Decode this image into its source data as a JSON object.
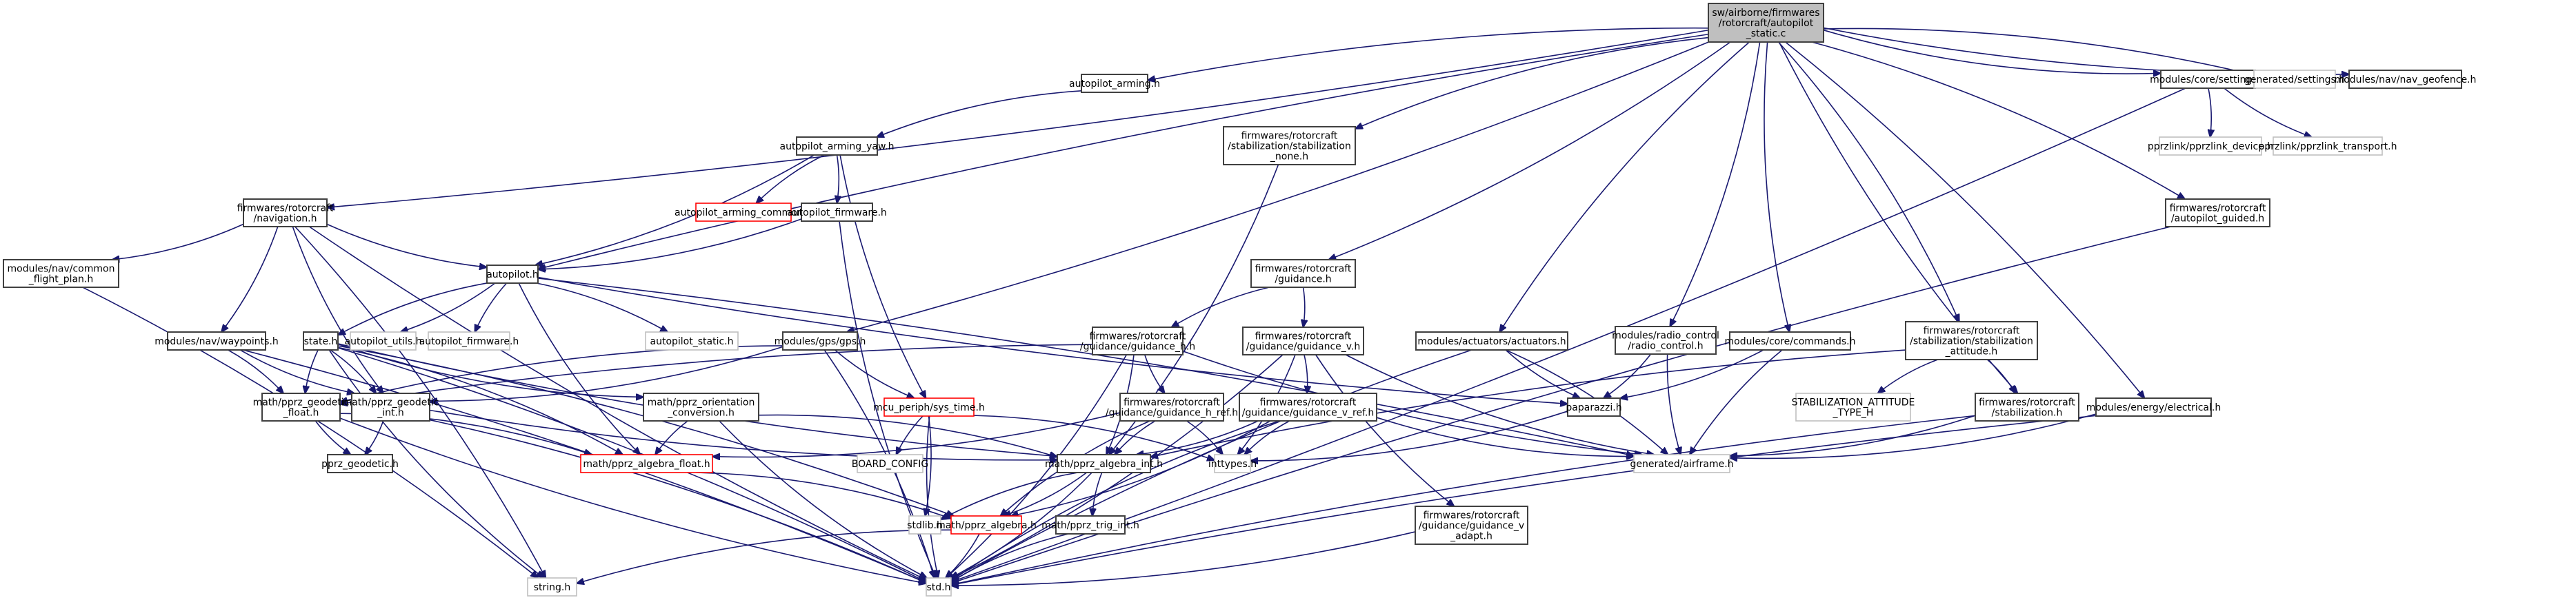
{
  "diagram": {
    "type": "include-dependency-graph",
    "root": "root",
    "colors": {
      "edge": "#191970",
      "root_fill": "#bfbfbf",
      "root_border": "#404040",
      "node_border": "#404040",
      "missing_border": "#bfbfbf",
      "truncated_border": "#ff0000",
      "node_fill": "#ffffff"
    },
    "nodes": [
      {
        "id": "root",
        "lines": [
          "sw/airborne/firmwares",
          "/rotorcraft/autopilot",
          "_static.c"
        ],
        "style": "root"
      },
      {
        "id": "autopilot_arming",
        "lines": [
          "autopilot_arming.h"
        ],
        "style": "normal"
      },
      {
        "id": "autopilot_arming_yaw",
        "lines": [
          "autopilot_arming_yaw.h"
        ],
        "style": "normal"
      },
      {
        "id": "autopilot_arming_common",
        "lines": [
          "autopilot_arming_common.h"
        ],
        "style": "truncated"
      },
      {
        "id": "autopilot_firmware_b",
        "lines": [
          "autopilot_firmware.h"
        ],
        "style": "normal"
      },
      {
        "id": "navigation",
        "lines": [
          "firmwares/rotorcraft",
          "/navigation.h"
        ],
        "style": "normal"
      },
      {
        "id": "common_flight_plan",
        "lines": [
          "modules/nav/common",
          "_flight_plan.h"
        ],
        "style": "normal"
      },
      {
        "id": "autopilot",
        "lines": [
          "autopilot.h"
        ],
        "style": "normal"
      },
      {
        "id": "waypoints",
        "lines": [
          "modules/nav/waypoints.h"
        ],
        "style": "normal"
      },
      {
        "id": "state",
        "lines": [
          "state.h"
        ],
        "style": "normal"
      },
      {
        "id": "autopilot_utils",
        "lines": [
          "autopilot_utils.h"
        ],
        "style": "missing"
      },
      {
        "id": "autopilot_firmware_g",
        "lines": [
          "autopilot_firmware.h"
        ],
        "style": "missing"
      },
      {
        "id": "autopilot_static",
        "lines": [
          "autopilot_static.h"
        ],
        "style": "missing"
      },
      {
        "id": "gps",
        "lines": [
          "modules/gps/gps.h"
        ],
        "style": "normal"
      },
      {
        "id": "geodetic_float",
        "lines": [
          "math/pprz_geodetic",
          "_float.h"
        ],
        "style": "normal"
      },
      {
        "id": "geodetic_int",
        "lines": [
          "math/pprz_geodetic",
          "_int.h"
        ],
        "style": "normal"
      },
      {
        "id": "orientation_conv",
        "lines": [
          "math/pprz_orientation",
          "_conversion.h"
        ],
        "style": "normal"
      },
      {
        "id": "pprz_geodetic",
        "lines": [
          "pprz_geodetic.h"
        ],
        "style": "normal"
      },
      {
        "id": "algebra_float",
        "lines": [
          "math/pprz_algebra_float.h"
        ],
        "style": "truncated"
      },
      {
        "id": "sys_time",
        "lines": [
          "mcu_periph/sys_time.h"
        ],
        "style": "truncated"
      },
      {
        "id": "board_config",
        "lines": [
          "BOARD_CONFIG"
        ],
        "style": "missing"
      },
      {
        "id": "algebra_int",
        "lines": [
          "math/pprz_algebra_int.h"
        ],
        "style": "normal"
      },
      {
        "id": "stdlib",
        "lines": [
          "stdlib.h"
        ],
        "style": "missing"
      },
      {
        "id": "algebra",
        "lines": [
          "math/pprz_algebra.h"
        ],
        "style": "truncated"
      },
      {
        "id": "trig_int",
        "lines": [
          "math/pprz_trig_int.h"
        ],
        "style": "normal"
      },
      {
        "id": "string",
        "lines": [
          "string.h"
        ],
        "style": "missing"
      },
      {
        "id": "std",
        "lines": [
          "std.h"
        ],
        "style": "missing"
      },
      {
        "id": "stab_none",
        "lines": [
          "firmwares/rotorcraft",
          "/stabilization/stabilization",
          "_none.h"
        ],
        "style": "normal"
      },
      {
        "id": "guidance",
        "lines": [
          "firmwares/rotorcraft",
          "/guidance.h"
        ],
        "style": "normal"
      },
      {
        "id": "guidance_h",
        "lines": [
          "firmwares/rotorcraft",
          "/guidance/guidance_h.h"
        ],
        "style": "normal"
      },
      {
        "id": "guidance_v",
        "lines": [
          "firmwares/rotorcraft",
          "/guidance/guidance_v.h"
        ],
        "style": "normal"
      },
      {
        "id": "guidance_h_ref",
        "lines": [
          "firmwares/rotorcraft",
          "/guidance/guidance_h_ref.h"
        ],
        "style": "normal"
      },
      {
        "id": "guidance_v_ref",
        "lines": [
          "firmwares/rotorcraft",
          "/guidance/guidance_v_ref.h"
        ],
        "style": "normal"
      },
      {
        "id": "guidance_v_adapt",
        "lines": [
          "firmwares/rotorcraft",
          "/guidance/guidance_v",
          "_adapt.h"
        ],
        "style": "normal"
      },
      {
        "id": "inttypes",
        "lines": [
          "inttypes.h"
        ],
        "style": "missing"
      },
      {
        "id": "actuators",
        "lines": [
          "modules/actuators/actuators.h"
        ],
        "style": "normal"
      },
      {
        "id": "radio_control",
        "lines": [
          "modules/radio_control",
          "/radio_control.h"
        ],
        "style": "normal"
      },
      {
        "id": "commands",
        "lines": [
          "modules/core/commands.h"
        ],
        "style": "normal"
      },
      {
        "id": "paparazzi",
        "lines": [
          "paparazzi.h"
        ],
        "style": "normal"
      },
      {
        "id": "airframe",
        "lines": [
          "generated/airframe.h"
        ],
        "style": "missing"
      },
      {
        "id": "stab_attitude",
        "lines": [
          "firmwares/rotorcraft",
          "/stabilization/stabilization",
          "_attitude.h"
        ],
        "style": "normal"
      },
      {
        "id": "stab_att_type",
        "lines": [
          "STABILIZATION_ATTITUDE",
          "_TYPE_H"
        ],
        "style": "missing"
      },
      {
        "id": "stabilization",
        "lines": [
          "firmwares/rotorcraft",
          "/stabilization.h"
        ],
        "style": "normal"
      },
      {
        "id": "electrical",
        "lines": [
          "modules/energy/electrical.h"
        ],
        "style": "normal"
      },
      {
        "id": "settings",
        "lines": [
          "modules/core/settings.h"
        ],
        "style": "normal"
      },
      {
        "id": "gen_settings",
        "lines": [
          "generated/settings.h"
        ],
        "style": "missing"
      },
      {
        "id": "nav_geofence",
        "lines": [
          "modules/nav/nav_geofence.h"
        ],
        "style": "normal"
      },
      {
        "id": "pprzlink_device",
        "lines": [
          "pprzlink/pprzlink_device.h"
        ],
        "style": "missing"
      },
      {
        "id": "pprzlink_transport",
        "lines": [
          "pprzlink/pprzlink_transport.h"
        ],
        "style": "missing"
      },
      {
        "id": "autopilot_guided",
        "lines": [
          "firmwares/rotorcraft",
          "/autopilot_guided.h"
        ],
        "style": "normal"
      }
    ],
    "edges": [
      [
        "root",
        "autopilot_arming"
      ],
      [
        "root",
        "navigation"
      ],
      [
        "root",
        "autopilot"
      ],
      [
        "root",
        "gps"
      ],
      [
        "root",
        "stab_none"
      ],
      [
        "root",
        "guidance"
      ],
      [
        "root",
        "actuators"
      ],
      [
        "root",
        "radio_control"
      ],
      [
        "root",
        "commands"
      ],
      [
        "root",
        "stab_attitude"
      ],
      [
        "root",
        "stabilization"
      ],
      [
        "root",
        "electrical"
      ],
      [
        "root",
        "settings"
      ],
      [
        "root",
        "gen_settings"
      ],
      [
        "root",
        "nav_geofence"
      ],
      [
        "root",
        "autopilot_guided"
      ],
      [
        "autopilot_arming",
        "autopilot_arming_yaw"
      ],
      [
        "autopilot_arming_yaw",
        "autopilot"
      ],
      [
        "autopilot_arming_yaw",
        "autopilot_arming_common"
      ],
      [
        "autopilot_arming_yaw",
        "autopilot_firmware_b"
      ],
      [
        "autopilot_arming_yaw",
        "sys_time"
      ],
      [
        "autopilot_firmware_b",
        "autopilot"
      ],
      [
        "autopilot_firmware_b",
        "std"
      ],
      [
        "navigation",
        "common_flight_plan"
      ],
      [
        "navigation",
        "autopilot"
      ],
      [
        "navigation",
        "waypoints"
      ],
      [
        "navigation",
        "geodetic_int"
      ],
      [
        "navigation",
        "string"
      ],
      [
        "navigation",
        "std"
      ],
      [
        "common_flight_plan",
        "string"
      ],
      [
        "autopilot",
        "state"
      ],
      [
        "autopilot",
        "autopilot_utils"
      ],
      [
        "autopilot",
        "autopilot_firmware_g"
      ],
      [
        "autopilot",
        "autopilot_static"
      ],
      [
        "autopilot",
        "paparazzi"
      ],
      [
        "autopilot",
        "airframe"
      ],
      [
        "autopilot",
        "algebra_float"
      ],
      [
        "waypoints",
        "geodetic_float"
      ],
      [
        "waypoints",
        "geodetic_int"
      ],
      [
        "waypoints",
        "std"
      ],
      [
        "state",
        "geodetic_float"
      ],
      [
        "state",
        "geodetic_int"
      ],
      [
        "state",
        "orientation_conv"
      ],
      [
        "state",
        "algebra_float"
      ],
      [
        "state",
        "algebra_int"
      ],
      [
        "state",
        "algebra"
      ],
      [
        "state",
        "string"
      ],
      [
        "state",
        "std"
      ],
      [
        "gps",
        "geodetic_float"
      ],
      [
        "gps",
        "geodetic_int"
      ],
      [
        "gps",
        "sys_time"
      ],
      [
        "gps",
        "std"
      ],
      [
        "geodetic_float",
        "pprz_geodetic"
      ],
      [
        "geodetic_float",
        "algebra_float"
      ],
      [
        "geodetic_float",
        "std"
      ],
      [
        "geodetic_int",
        "pprz_geodetic"
      ],
      [
        "geodetic_int",
        "algebra_int"
      ],
      [
        "geodetic_int",
        "std"
      ],
      [
        "orientation_conv",
        "algebra_float"
      ],
      [
        "orientation_conv",
        "algebra_int"
      ],
      [
        "orientation_conv",
        "std"
      ],
      [
        "algebra_float",
        "algebra"
      ],
      [
        "sys_time",
        "board_config"
      ],
      [
        "sys_time",
        "stdlib"
      ],
      [
        "sys_time",
        "std"
      ],
      [
        "sys_time",
        "inttypes"
      ],
      [
        "algebra_int",
        "stdlib"
      ],
      [
        "algebra_int",
        "algebra"
      ],
      [
        "algebra_int",
        "trig_int"
      ],
      [
        "algebra_int",
        "std"
      ],
      [
        "algebra",
        "string"
      ],
      [
        "algebra",
        "std"
      ],
      [
        "trig_int",
        "std"
      ],
      [
        "stab_none",
        "algebra_int"
      ],
      [
        "guidance",
        "guidance_h"
      ],
      [
        "guidance",
        "guidance_v"
      ],
      [
        "guidance_h",
        "guidance_h_ref"
      ],
      [
        "guidance_h",
        "algebra_int"
      ],
      [
        "guidance_h",
        "airframe"
      ],
      [
        "guidance_h",
        "std"
      ],
      [
        "guidance_h",
        "geodetic_float"
      ],
      [
        "guidance_h_ref",
        "algebra_float"
      ],
      [
        "guidance_h_ref",
        "algebra_int"
      ],
      [
        "guidance_h_ref",
        "inttypes"
      ],
      [
        "guidance_h_ref",
        "algebra"
      ],
      [
        "guidance_v",
        "guidance_v_ref"
      ],
      [
        "guidance_v",
        "guidance_v_adapt"
      ],
      [
        "guidance_v",
        "std"
      ],
      [
        "guidance_v",
        "airframe"
      ],
      [
        "guidance_v",
        "inttypes"
      ],
      [
        "guidance_v_ref",
        "inttypes"
      ],
      [
        "guidance_v_ref",
        "algebra"
      ],
      [
        "guidance_v_ref",
        "airframe"
      ],
      [
        "guidance_v_ref",
        "algebra_int"
      ],
      [
        "guidance_v_ref",
        "std"
      ],
      [
        "guidance_v_adapt",
        "std"
      ],
      [
        "actuators",
        "paparazzi"
      ],
      [
        "actuators",
        "airframe"
      ],
      [
        "actuators",
        "std"
      ],
      [
        "radio_control",
        "paparazzi"
      ],
      [
        "radio_control",
        "airframe"
      ],
      [
        "commands",
        "paparazzi"
      ],
      [
        "commands",
        "airframe"
      ],
      [
        "paparazzi",
        "inttypes"
      ],
      [
        "stab_attitude",
        "stab_att_type"
      ],
      [
        "stab_attitude",
        "stabilization"
      ],
      [
        "stab_attitude",
        "algebra_int"
      ],
      [
        "stabilization",
        "airframe"
      ],
      [
        "stabilization",
        "std"
      ],
      [
        "electrical",
        "airframe"
      ],
      [
        "electrical",
        "std"
      ],
      [
        "settings",
        "pprzlink_device"
      ],
      [
        "settings",
        "pprzlink_transport"
      ],
      [
        "settings",
        "std"
      ],
      [
        "autopilot_guided",
        "std"
      ]
    ]
  }
}
